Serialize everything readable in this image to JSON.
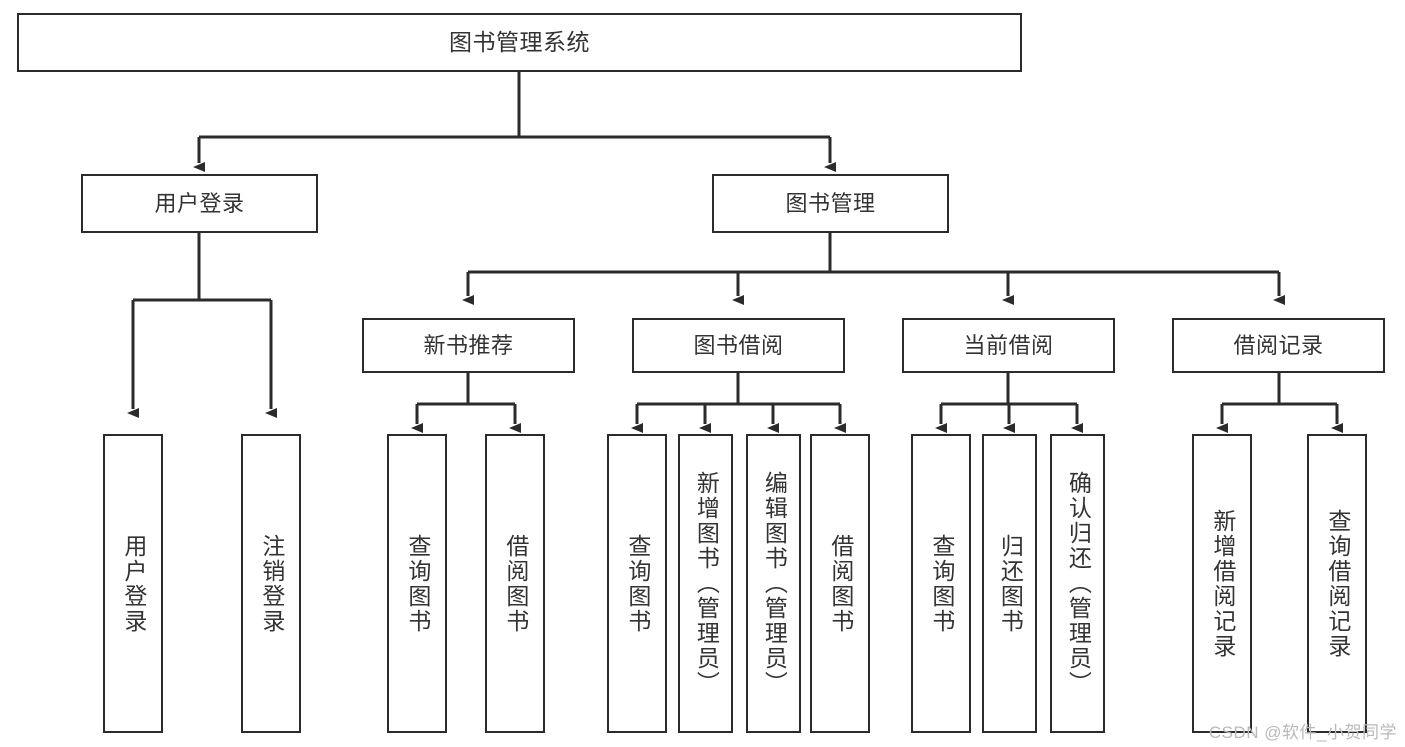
{
  "diagram": {
    "title": "图书管理系统",
    "watermark": "CSDN @软件_小贺同学",
    "colors": {
      "background": "#ffffff",
      "box_border": "#2b2b2b",
      "box_fill": "#ffffff",
      "text": "#333333",
      "connector": "#2b2b2b",
      "watermark": "#b9b9b9"
    },
    "root": {
      "label": "图书管理系统"
    },
    "level2": [
      {
        "label": "用户登录"
      },
      {
        "label": "图书管理"
      }
    ],
    "level3": [
      {
        "label": "新书推荐"
      },
      {
        "label": "图书借阅"
      },
      {
        "label": "当前借阅"
      },
      {
        "label": "借阅记录"
      }
    ],
    "leaves": {
      "user_login": [
        {
          "label": "用户登录"
        },
        {
          "label": "注销登录"
        }
      ],
      "new_book": [
        {
          "label": "查询图书"
        },
        {
          "label": "借阅图书"
        }
      ],
      "book_borrow": [
        {
          "label": "查询图书"
        },
        {
          "label": "新增图书（管理员）"
        },
        {
          "label": "编辑图书（管理员）"
        },
        {
          "label": "借阅图书"
        }
      ],
      "current_borrow": [
        {
          "label": "查询图书"
        },
        {
          "label": "归还图书"
        },
        {
          "label": "确认归还（管理员）"
        }
      ],
      "borrow_record": [
        {
          "label": "新增借阅记录"
        },
        {
          "label": "查询借阅记录"
        }
      ]
    }
  }
}
